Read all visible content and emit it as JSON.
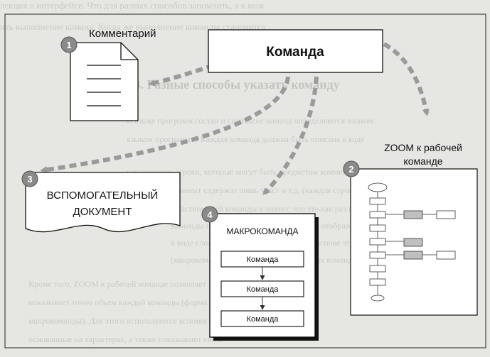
{
  "background_text": {
    "lines": [
      "лекция в интерфейсе. Что для разных способов запомнить, а к мож",
      "ить выполнение команд. Когда же выполнение команды становится",
      "3.3. Разные способы указать команду",
      "В языке программ состав и синтаксис команд определяются языком",
      "языком программы. Каждая команда должна быть описана в коде",
      "как правило: строки, которые могут быть предметом комментариев",
      "коммент содержат лишь текст и т.д. (каждая строка вспомогательная",
      "Действие всей команды в значит, что это как раз и важно",
      "Команды программного кода могут быть отображены",
      "в виде сложной последовательности на основе этого",
      "(макрокоманда). Из множества доступных команд",
      "Кроме того, ZOOM к рабочей команде позволяет",
      "показывает точно объем каждой команды (форма пр",
      "макрокоманды). Для этого используются вспомогательные элементы",
      "основанные на характерах, а также показывают связь"
    ]
  },
  "diagram": {
    "command": {
      "label": "Команда"
    },
    "comment": {
      "label": "Комментарий",
      "badge": "1"
    },
    "zoom": {
      "label_line1": "ZOOM к рабочей",
      "label_line2": "команде",
      "badge": "2"
    },
    "aux_doc": {
      "label_line1": "ВСПОМОГАТЕЛЬНЫЙ",
      "label_line2": "ДОКУМЕНТ",
      "badge": "3"
    },
    "macro": {
      "label": "МАКРОКОМАНДА",
      "badge": "4",
      "items": [
        "Команда",
        "Команда",
        "Команда"
      ]
    }
  },
  "colors": {
    "background": "#e6e6e3",
    "badge_fill": "#8a8a8a",
    "arrow": "#9a9a9a",
    "highlight": "#bfbfbf"
  }
}
